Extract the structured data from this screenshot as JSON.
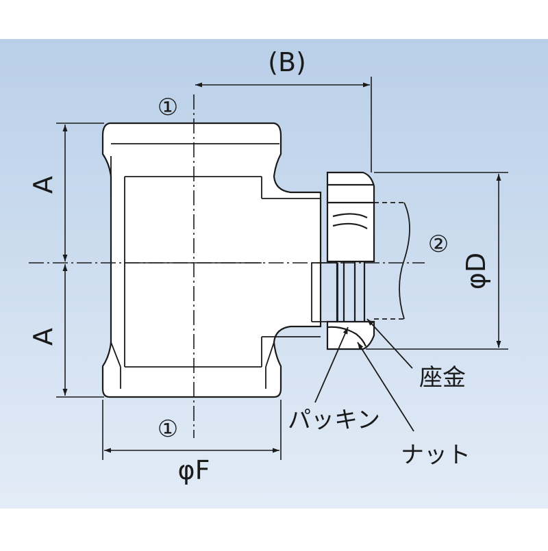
{
  "labels": {
    "b_dim": "(B)",
    "a_top": "A",
    "a_bottom": "A",
    "phi_d": "φD",
    "phi_f": "φF",
    "port1_top": "①",
    "port1_bottom": "①",
    "port2": "②",
    "seat": "座金",
    "packing": "パッキン",
    "nut": "ナット"
  },
  "colors": {
    "background_top": "#b9cfe8",
    "background_bottom": "#e3ecf7",
    "line": "#1a1a1a",
    "body_fill": "#ffffff"
  }
}
